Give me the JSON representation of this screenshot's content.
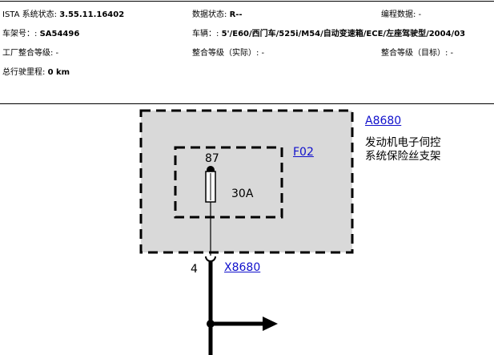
{
  "header": {
    "ista_label": "ISTA 系统状态: ",
    "ista_value": "3.55.11.16402",
    "data_state_label": "数据状态: ",
    "data_state_value": "R--",
    "programming_label": "编程数据: -",
    "vin_label": "车架号：: ",
    "vin_value": "SA54496",
    "vehicle_label": "车辆：: ",
    "vehicle_value": "5'/E60/西门车/525i/M54/自动变速箱/ECE/左座驾驶型/2004/03",
    "factory_level": "工厂整合等级: -",
    "actual_level": "整合等级（实际）: -",
    "target_level": "整合等级（目标）: -",
    "mileage_label": "总行驶里程: ",
    "mileage_value": "0 km"
  },
  "diagram": {
    "module_id": "A8680",
    "module_desc_line1": "发动机电子伺控",
    "module_desc_line2": "系统保险丝支架",
    "fuse_id": "F02",
    "fuse_pin": "87",
    "fuse_rating": "30A",
    "connector_pin": "4",
    "connector_id": "X8680",
    "colors": {
      "box_fill": "#d9d9d9",
      "link": "#1010cc",
      "wire": "#000000"
    }
  }
}
